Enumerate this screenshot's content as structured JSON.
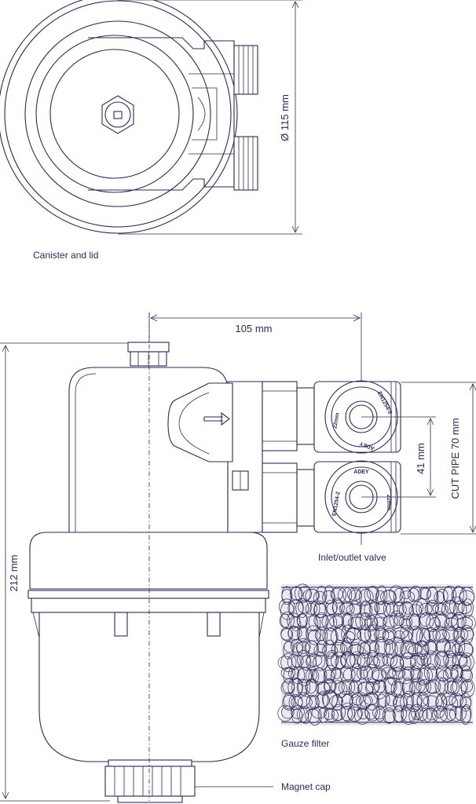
{
  "top_view": {
    "caption": "Canister and lid",
    "diameter_label": "Ø 115 mm"
  },
  "front_view": {
    "width_label": "105 mm",
    "height_label": "212 mm",
    "spacing_label": "41 mm",
    "cut_pipe_label": "CUT PIPE 70 mm",
    "valve_caption": "Inlet/outlet valve",
    "filter_caption": "Gauze filter",
    "cap_caption": "Magnet cap",
    "valve_upper": {
      "brand": "ADEY",
      "standard": "EN1254-2",
      "size": "22mm"
    },
    "valve_lower": {
      "brand": "ADEY",
      "standard": "EN1254-2",
      "size": "22mm"
    }
  },
  "colors": {
    "line": "#2c2a56",
    "background": "#ffffff"
  }
}
